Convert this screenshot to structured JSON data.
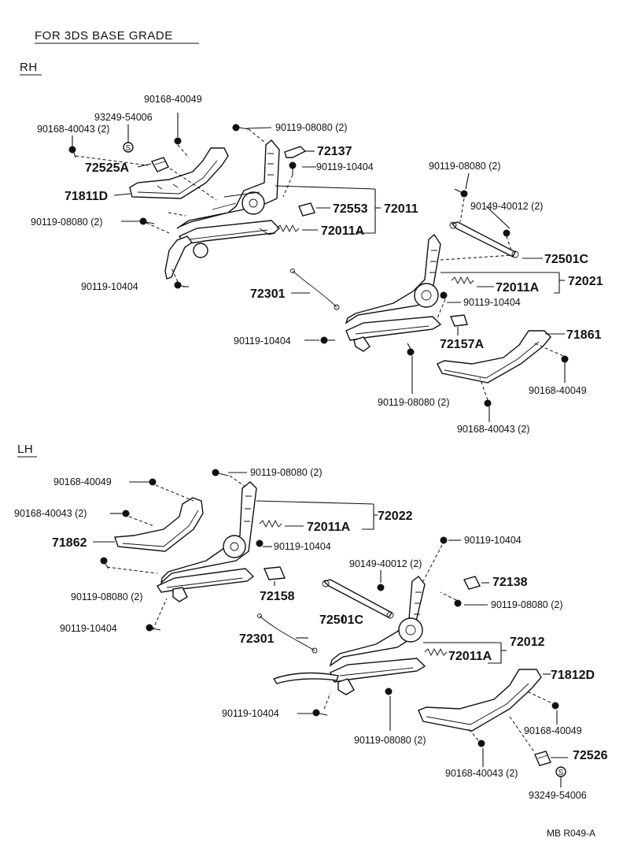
{
  "header": {
    "title": "FOR 3DS BASE GRADE"
  },
  "sections": {
    "rh": "RH",
    "lh": "LH"
  },
  "footer": {
    "ref": "MB  R049-A"
  },
  "callouts": {
    "rh": {
      "p90168_40049_a": "90168-40049",
      "p93249_54006_a": "93249-54006",
      "p90168_40043_a": "90168-40043  (2)",
      "s_symbol_a": "S",
      "p72525A": "72525A",
      "p71811D": "71811D",
      "p90119_08080_a": "90119-08080  (2)",
      "p90119_08080_b": "90119-08080  (2)",
      "p72137": "72137",
      "p90119_10404_a": "90119-10404",
      "p72553": "72553",
      "p72011": "72011",
      "p72011A_a": "72011A",
      "p90119_10404_b": "90119-10404",
      "p90119_08080_c": "90119-08080  (2)",
      "p90149_40012_a": "90149-40012  (2)",
      "p72501C_a": "72501C",
      "p72011A_b": "72011A",
      "p72021": "72021",
      "p72301_a": "72301",
      "p90119_10404_c": "90119-10404",
      "p90119_10404_d": "90119-10404",
      "p72157A": "72157A",
      "p71861": "71861",
      "p90168_40049_b": "90168-40049",
      "p90119_08080_d": "90119-08080  (2)",
      "p90168_40043_b": "90168-40043  (2)"
    },
    "lh": {
      "p90168_40049_c": "90168-40049",
      "p90119_08080_e": "90119-08080  (2)",
      "p90168_40043_c": "90168-40043  (2)",
      "p72022": "72022",
      "p72011A_c": "72011A",
      "p71862": "71862",
      "p90119_10404_e": "90119-10404",
      "p90119_10404_f": "90119-10404",
      "p90149_40012_b": "90149-40012  (2)",
      "p72138": "72138",
      "p90119_08080_f": "90119-08080  (2)",
      "p72158": "72158",
      "p72501C_b": "72501C",
      "p90119_10404_g": "90119-10404",
      "p72301_b": "72301",
      "p72012": "72012",
      "p72011A_d": "72011A",
      "p71812D": "71812D",
      "p90119_10404_h": "90119-10404",
      "p90168_40049_d": "90168-40049",
      "p90119_08080_g": "90119-08080  (2)",
      "p72526": "72526",
      "p90168_40043_d": "90168-40043  (2)",
      "s_symbol_b": "S",
      "p93249_54006_b": "93249-54006"
    }
  }
}
